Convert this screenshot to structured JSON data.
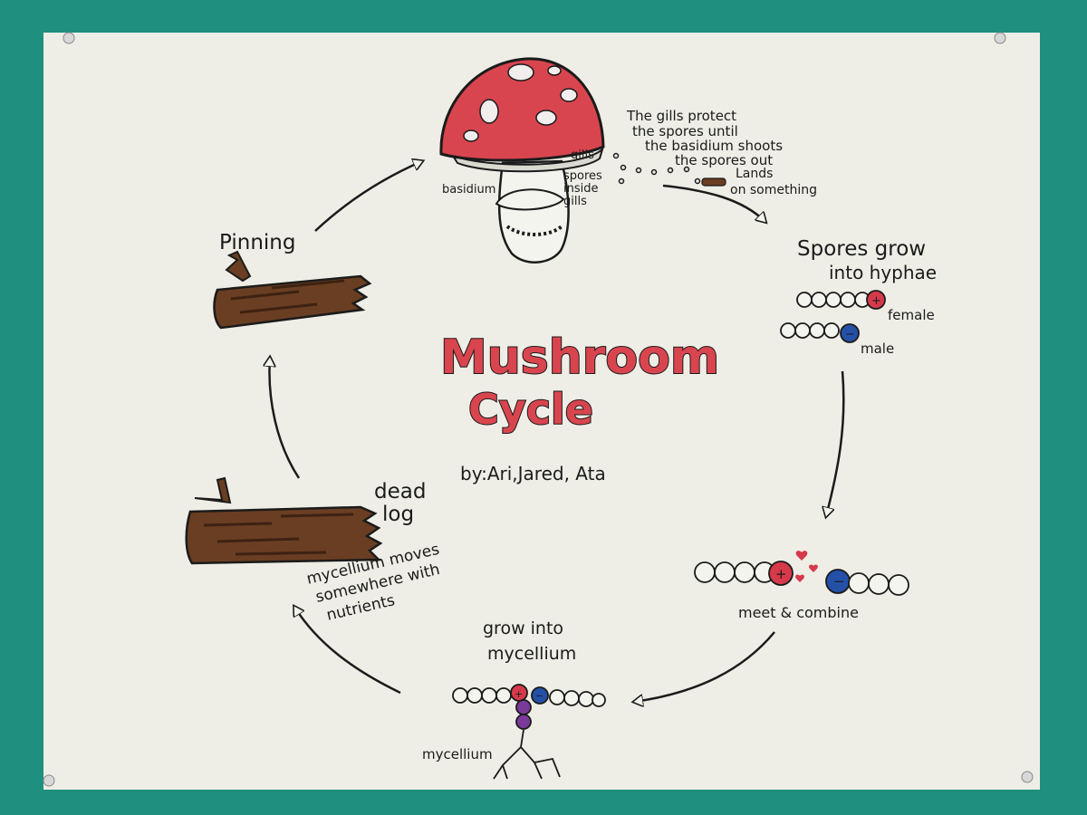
{
  "title": {
    "line1": "Mushroom",
    "line2": "Cycle",
    "byline": "by:Ari,Jared, Ata"
  },
  "mushroom_labels": {
    "gills": "gills",
    "basidium": "basidium",
    "spores_line1": "spores",
    "spores_line2": "inside",
    "spores_line3": "gills"
  },
  "gills_note": {
    "line1": "The gills protect",
    "line2": "the spores until",
    "line3": "the basidium shoots",
    "line4": "the spores out"
  },
  "lands_note": {
    "line1": "Lands",
    "line2": "on something"
  },
  "stage_hyphae": {
    "line1": "Spores grow",
    "line2": "into hyphae",
    "female": "female",
    "male": "male",
    "plus": "+",
    "minus": "−"
  },
  "stage_combine": {
    "label": "meet & combine",
    "plus": "+",
    "minus": "−"
  },
  "stage_mycelium": {
    "line1": "grow into",
    "line2": "mycellium",
    "mycelium_label": "mycellium",
    "plus": "+",
    "minus": "−"
  },
  "stage_moves": {
    "line1": "mycellium moves",
    "line2": "somewhere with",
    "line3": "nutrients"
  },
  "stage_deadlog": {
    "line1": "dead",
    "line2": "log"
  },
  "stage_pinning": {
    "label": "Pinning"
  },
  "colors": {
    "background": "#1f8f80",
    "paper": "#eeeee6",
    "cap_red": "#d9454f",
    "female_red": "#d63a4a",
    "male_blue": "#2450a8",
    "combined_purple": "#7a3a9a",
    "log_brown": "#6a3e22",
    "ink": "#1b1b1b"
  }
}
